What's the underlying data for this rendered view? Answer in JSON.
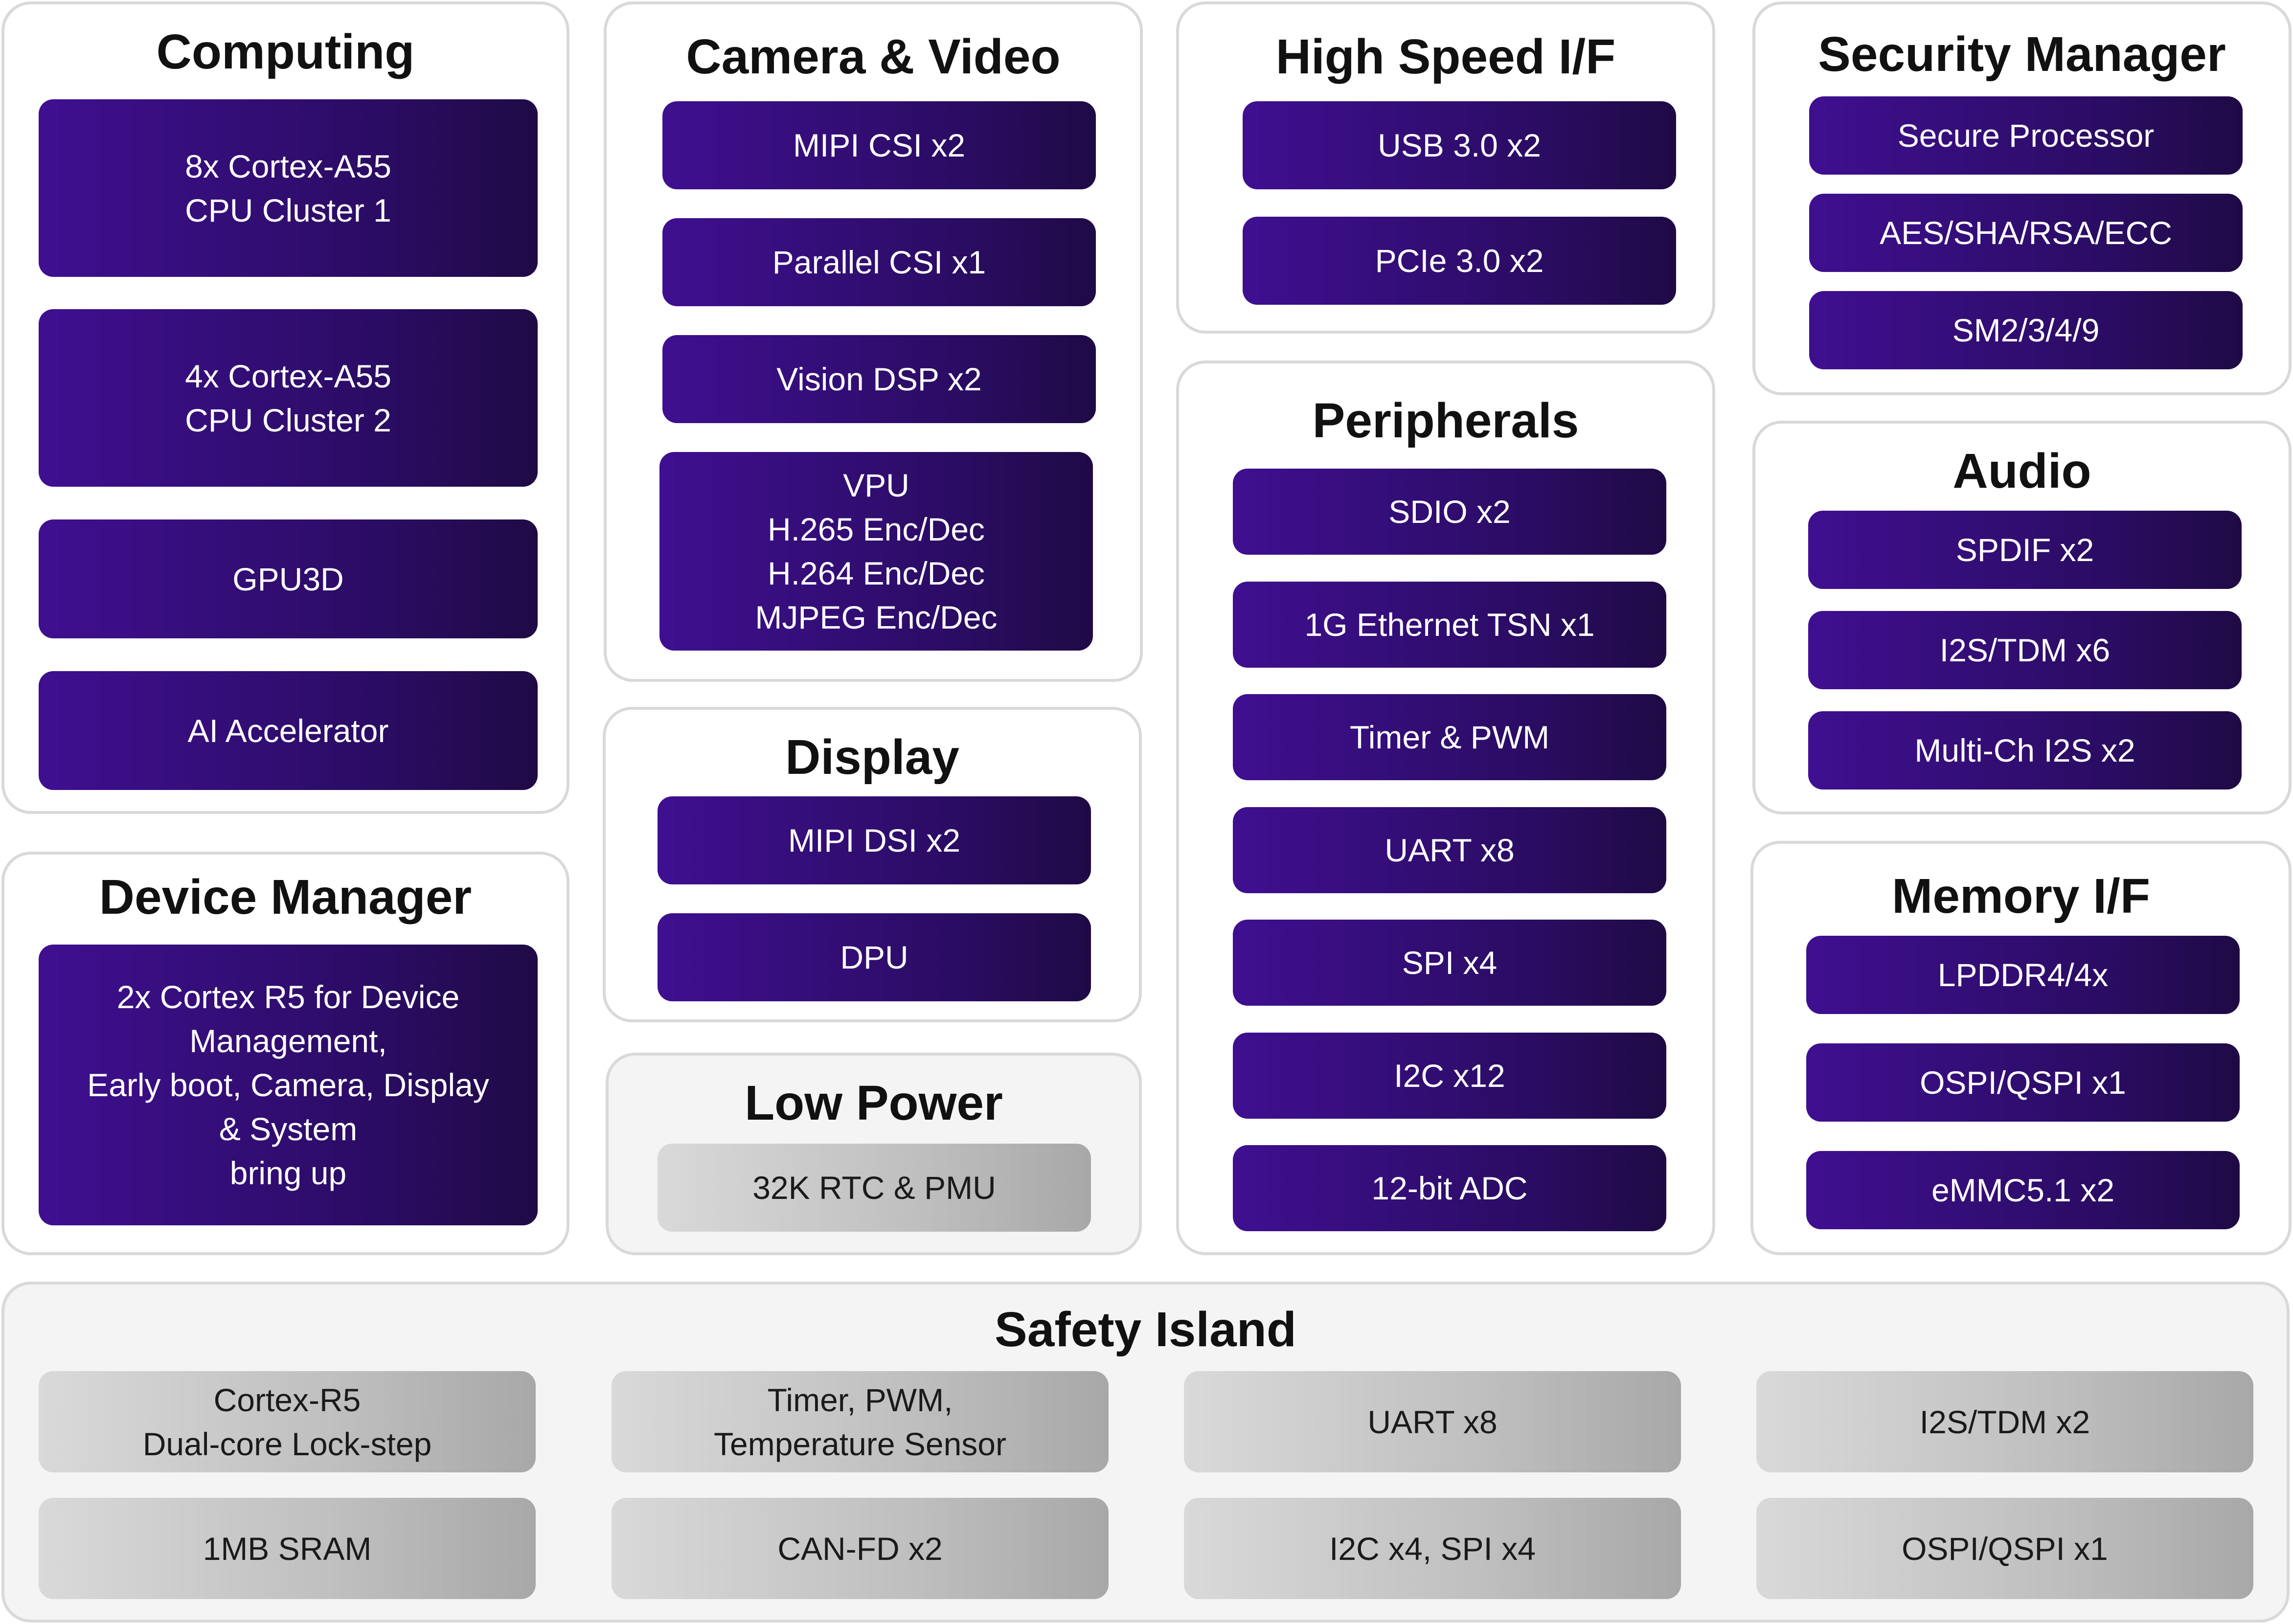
{
  "groups": {
    "computing": {
      "title": "Computing",
      "blocks": [
        "8x Cortex-A55\nCPU Cluster 1",
        "4x Cortex-A55\nCPU Cluster 2",
        "GPU3D",
        "AI Accelerator"
      ]
    },
    "camera": {
      "title": "Camera & Video",
      "blocks": [
        "MIPI CSI x2",
        "Parallel CSI x1",
        "Vision DSP x2",
        "VPU\nH.265 Enc/Dec\nH.264 Enc/Dec\nMJPEG Enc/Dec"
      ]
    },
    "highspeed": {
      "title": "High Speed I/F",
      "blocks": [
        "USB 3.0 x2",
        "PCIe 3.0 x2"
      ]
    },
    "security": {
      "title": "Security Manager",
      "blocks": [
        "Secure Processor",
        "AES/SHA/RSA/ECC",
        "SM2/3/4/9"
      ]
    },
    "peripherals": {
      "title": "Peripherals",
      "blocks": [
        "SDIO x2",
        "1G Ethernet TSN x1",
        "Timer & PWM",
        "UART x8",
        "SPI x4",
        "I2C x12",
        "12-bit ADC"
      ]
    },
    "audio": {
      "title": "Audio",
      "blocks": [
        "SPDIF x2",
        "I2S/TDM x6",
        "Multi-Ch I2S x2"
      ]
    },
    "display": {
      "title": "Display",
      "blocks": [
        "MIPI DSI x2",
        "DPU"
      ]
    },
    "device": {
      "title": "Device Manager",
      "blocks": [
        "2x Cortex R5 for Device\nManagement,\nEarly boot, Camera, Display\n& System\nbring up"
      ]
    },
    "lowpower": {
      "title": "Low Power",
      "blocks": [
        "32K RTC & PMU"
      ]
    },
    "memory": {
      "title": "Memory I/F",
      "blocks": [
        "LPDDR4/4x",
        "OSPI/QSPI x1",
        "eMMC5.1 x2"
      ]
    },
    "safety": {
      "title": "Safety Island",
      "blocks": [
        "Cortex-R5\nDual-core Lock-step",
        "Timer, PWM,\nTemperature Sensor",
        "UART x8",
        "I2S/TDM x2",
        "1MB SRAM",
        "CAN-FD x2",
        "I2C x4, SPI x4",
        "OSPI/QSPI x1"
      ]
    }
  },
  "colors": {
    "block_purple": "#3f0f90",
    "block_gray": "#bfbfbf",
    "group_border": "#d9d9d9"
  }
}
